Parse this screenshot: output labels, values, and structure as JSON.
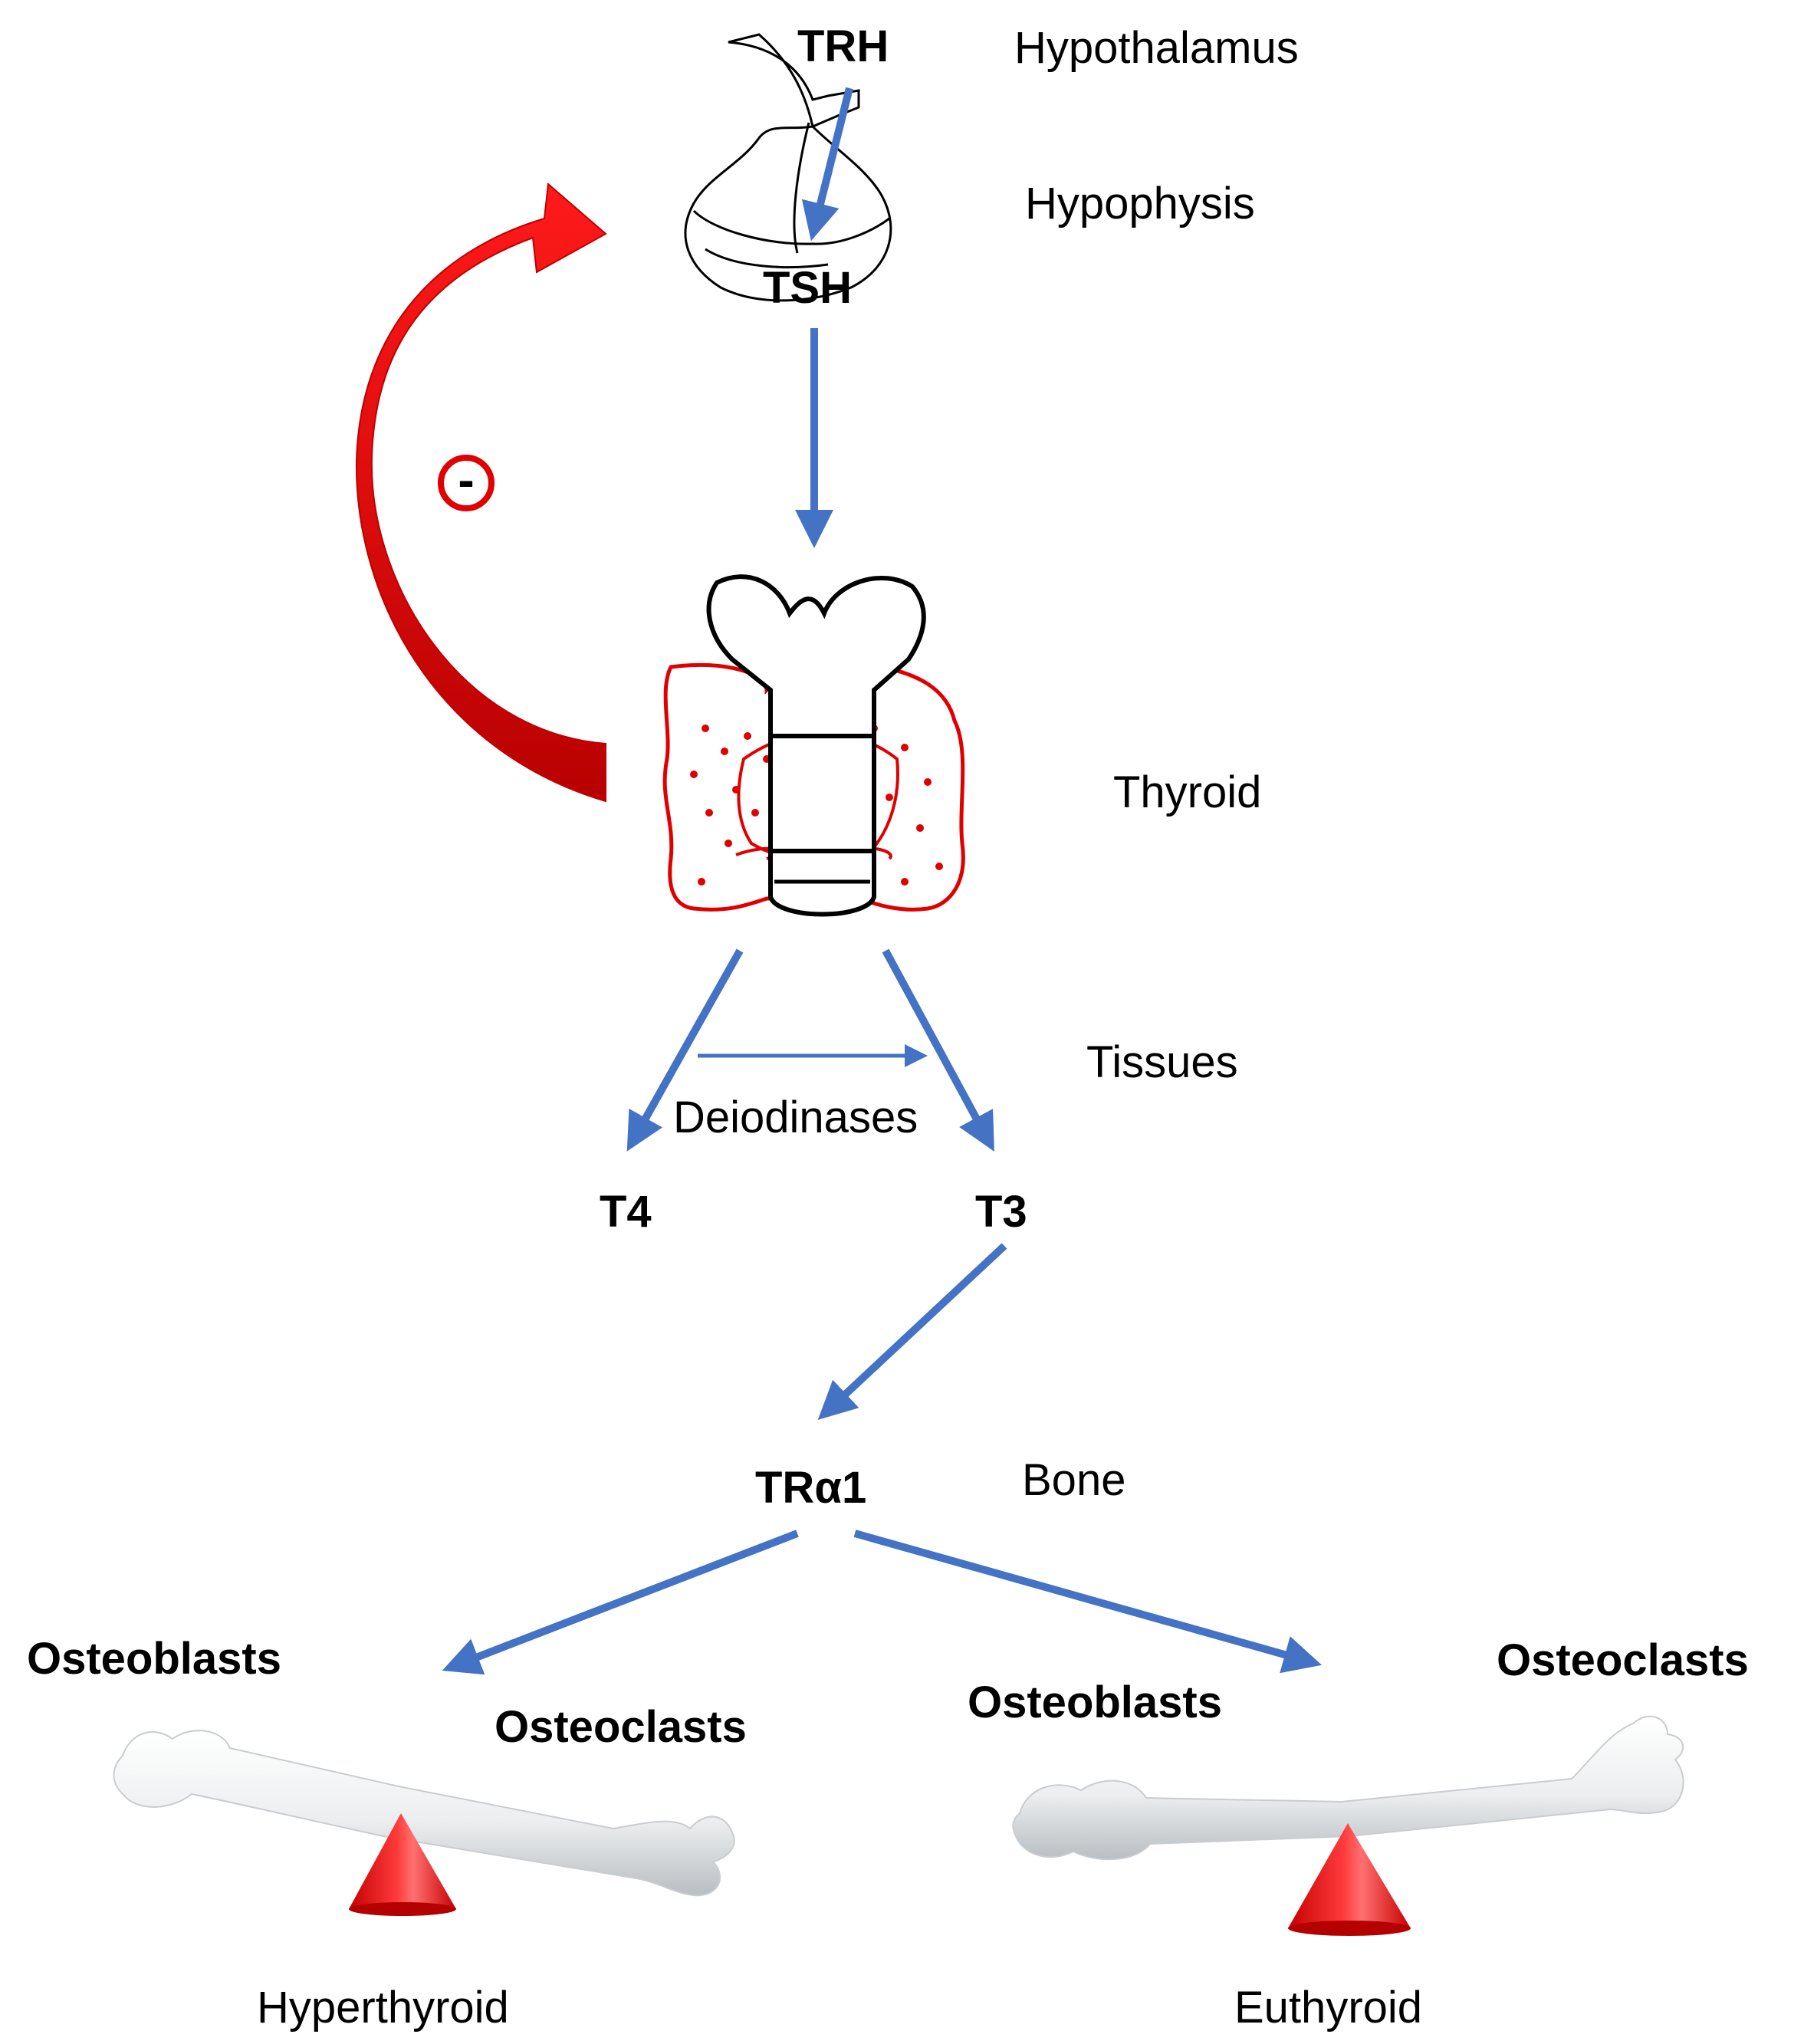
{
  "labels": {
    "trh": "TRH",
    "tsh": "TSH",
    "hypothalamus": "Hypothalamus",
    "hypophysis": "Hypophysis",
    "thyroid": "Thyroid",
    "tissues": "Tissues",
    "deiodinases": "Deiodinases",
    "t4": "T4",
    "t3": "T3",
    "tra1": "TRα1",
    "bone": "Bone",
    "feedback_sign": "-",
    "left_osteoblasts": "Osteoblasts",
    "left_osteoclasts": "Osteoclasts",
    "right_osteoblasts": "Osteoblasts",
    "right_osteoclasts": "Osteoclasts",
    "hyperthyroid": "Hyperthyroid",
    "euthyroid": "Euthyroid"
  },
  "colors": {
    "arrow_blue": "#4472C4",
    "feedback_red": "#E00000",
    "thyroid_red": "#E00000",
    "outline_black": "#000000",
    "bone": "#ECEEEF",
    "fulcrum_red": "#EE1111"
  },
  "icons": {
    "pituitary": "pituitary-gland-icon",
    "thyroid": "thyroid-gland-icon",
    "bone": "bone-icon",
    "fulcrum": "cone-fulcrum-icon"
  }
}
